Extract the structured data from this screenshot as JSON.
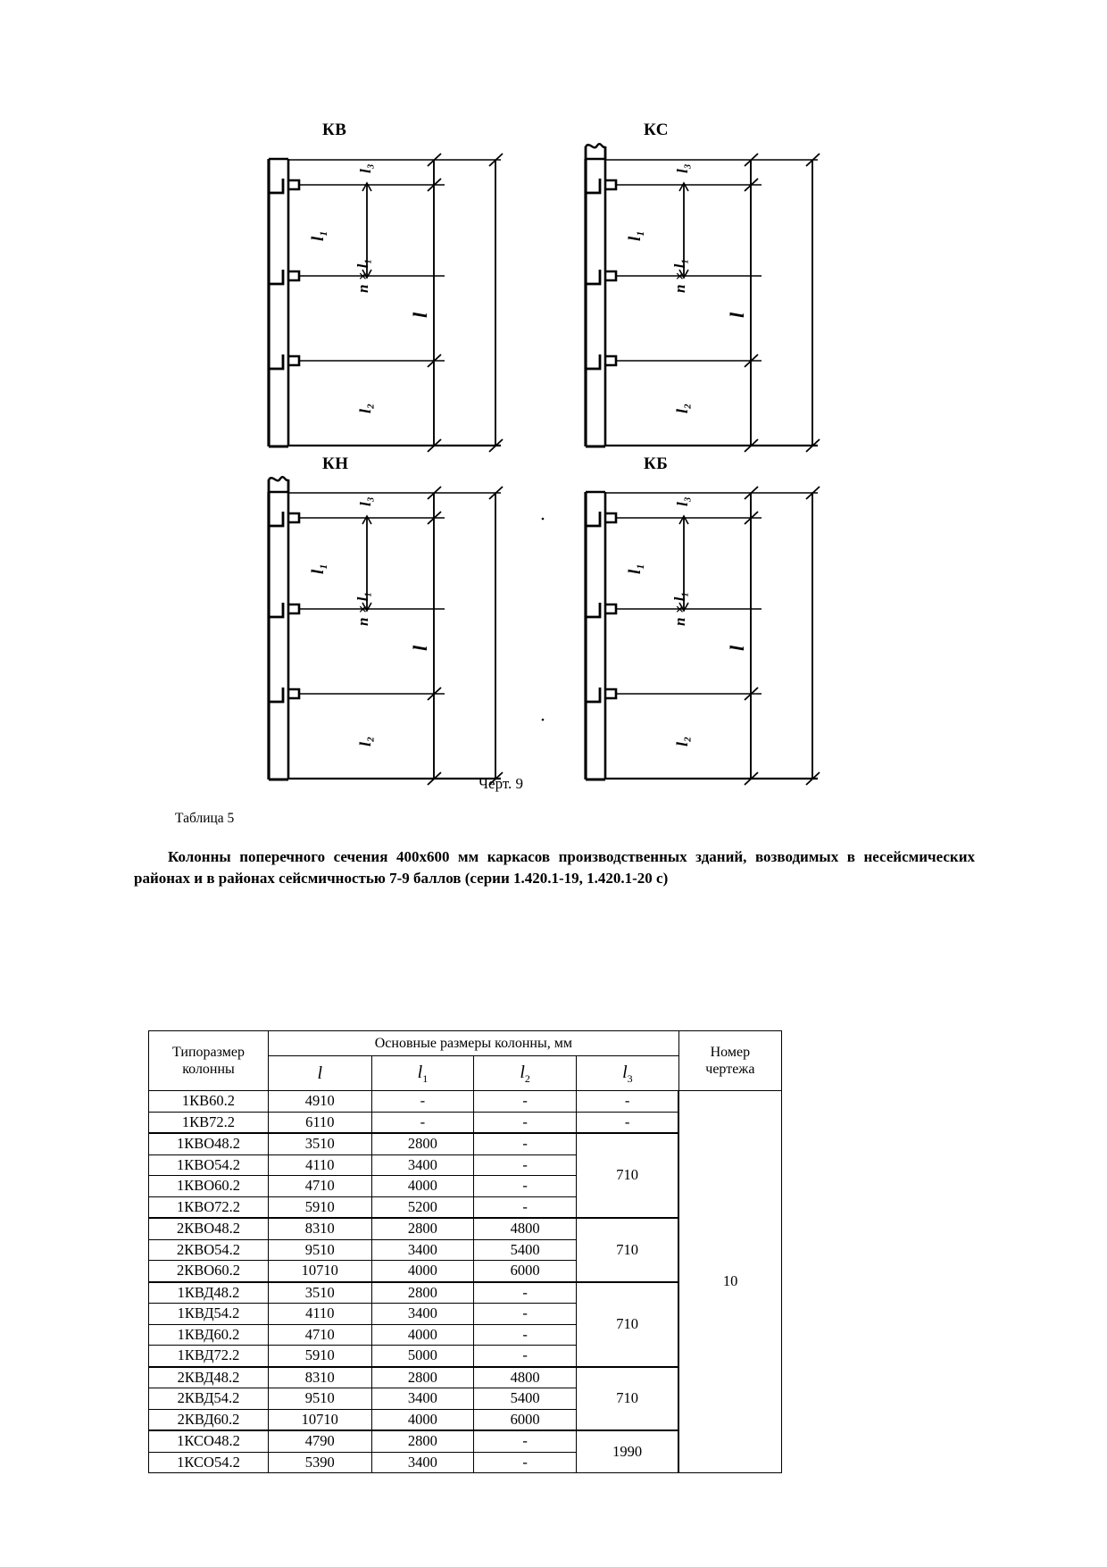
{
  "figures": {
    "caption": "Черт. 9",
    "panels": [
      {
        "label": "КВ",
        "top_style": "plain"
      },
      {
        "label": "КС",
        "top_style": "notched"
      },
      {
        "label": "КН",
        "top_style": "notched"
      },
      {
        "label": "КБ",
        "top_style": "plain"
      }
    ],
    "dimension_labels": {
      "l3": "l3",
      "l1": "l1",
      "n_l1": "n × l1",
      "l2": "l2",
      "l": "l"
    }
  },
  "table_number": "Таблица 5",
  "table_title": "Колонны поперечного сечения 400х600 мм каркасов производственных зданий, возводимых в несейсмических районах и в районах сейсмичностью 7-9 баллов (серии 1.420.1-19, 1.420.1-20 с)",
  "table": {
    "header": {
      "col_type": "Типоразмер колонны",
      "col_type_line1": "Типоразмер",
      "col_type_line2": "колонны",
      "group_dims": "Основные размеры колонны, мм",
      "col_l": "l",
      "col_l1": "l",
      "col_l1_sub": "1",
      "col_l2": "l",
      "col_l2_sub": "2",
      "col_l3": "l",
      "col_l3_sub": "3",
      "col_num_line1": "Номер",
      "col_num_line2": "чертежа"
    },
    "drawing_number": "10",
    "groups": [
      {
        "rows": [
          {
            "type": "1КВ60.2",
            "l": "4910",
            "l1": "-",
            "l2": "-",
            "l3": "-"
          },
          {
            "type": "1КВ72.2",
            "l": "6110",
            "l1": "-",
            "l2": "-",
            "l3": "-"
          }
        ],
        "l3_merged": null
      },
      {
        "rows": [
          {
            "type": "1КВО48.2",
            "l": "3510",
            "l1": "2800",
            "l2": "-"
          },
          {
            "type": "1КВО54.2",
            "l": "4110",
            "l1": "3400",
            "l2": "-"
          },
          {
            "type": "1КВО60.2",
            "l": "4710",
            "l1": "4000",
            "l2": "-"
          },
          {
            "type": "1КВО72.2",
            "l": "5910",
            "l1": "5200",
            "l2": "-"
          }
        ],
        "l3_merged": "710"
      },
      {
        "rows": [
          {
            "type": "2КВО48.2",
            "l": "8310",
            "l1": "2800",
            "l2": "4800"
          },
          {
            "type": "2КВО54.2",
            "l": "9510",
            "l1": "3400",
            "l2": "5400"
          },
          {
            "type": "2КВО60.2",
            "l": "10710",
            "l1": "4000",
            "l2": "6000"
          }
        ],
        "l3_merged": "710"
      },
      {
        "rows": [
          {
            "type": "1КВД48.2",
            "l": "3510",
            "l1": "2800",
            "l2": "-"
          },
          {
            "type": "1КВД54.2",
            "l": "4110",
            "l1": "3400",
            "l2": "-"
          },
          {
            "type": "1КВД60.2",
            "l": "4710",
            "l1": "4000",
            "l2": "-"
          },
          {
            "type": "1КВД72.2",
            "l": "5910",
            "l1": "5000",
            "l2": "-"
          }
        ],
        "l3_merged": "710"
      },
      {
        "rows": [
          {
            "type": "2КВД48.2",
            "l": "8310",
            "l1": "2800",
            "l2": "4800"
          },
          {
            "type": "2КВД54.2",
            "l": "9510",
            "l1": "3400",
            "l2": "5400"
          },
          {
            "type": "2КВД60.2",
            "l": "10710",
            "l1": "4000",
            "l2": "6000"
          }
        ],
        "l3_merged": "710"
      },
      {
        "rows": [
          {
            "type": "1КСО48.2",
            "l": "4790",
            "l1": "2800",
            "l2": "-"
          },
          {
            "type": "1КСО54.2",
            "l": "5390",
            "l1": "3400",
            "l2": "-"
          }
        ],
        "l3_merged": "1990"
      }
    ]
  }
}
